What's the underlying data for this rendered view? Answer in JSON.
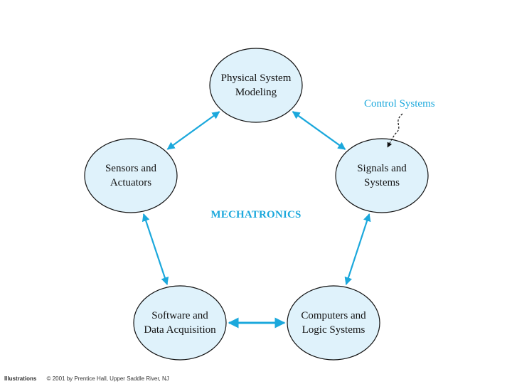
{
  "diagram": {
    "center_label": "MECHATRONICS",
    "annotation": "Control Systems",
    "nodes": [
      {
        "id": "physical",
        "line1": "Physical System",
        "line2": "Modeling"
      },
      {
        "id": "signals",
        "line1": "Signals and",
        "line2": "Systems"
      },
      {
        "id": "computers",
        "line1": "Computers and",
        "line2": "Logic Systems"
      },
      {
        "id": "software",
        "line1": "Software and",
        "line2": "Data Acquisition"
      },
      {
        "id": "sensors",
        "line1": "Sensors and",
        "line2": "Actuators"
      }
    ],
    "connections": [
      [
        "physical",
        "signals"
      ],
      [
        "signals",
        "computers"
      ],
      [
        "computers",
        "software"
      ],
      [
        "software",
        "sensors"
      ],
      [
        "sensors",
        "physical"
      ]
    ]
  },
  "footer": {
    "credit_a": "Illustrations",
    "credit_b": "© 2001 by Prentice Hall, Upper Saddle River, NJ"
  },
  "colors": {
    "node_fill": "#dff2fb",
    "node_stroke": "#111111",
    "arrow": "#1ba8dc",
    "accent_text": "#1ba8dc",
    "body_text": "#111111"
  }
}
